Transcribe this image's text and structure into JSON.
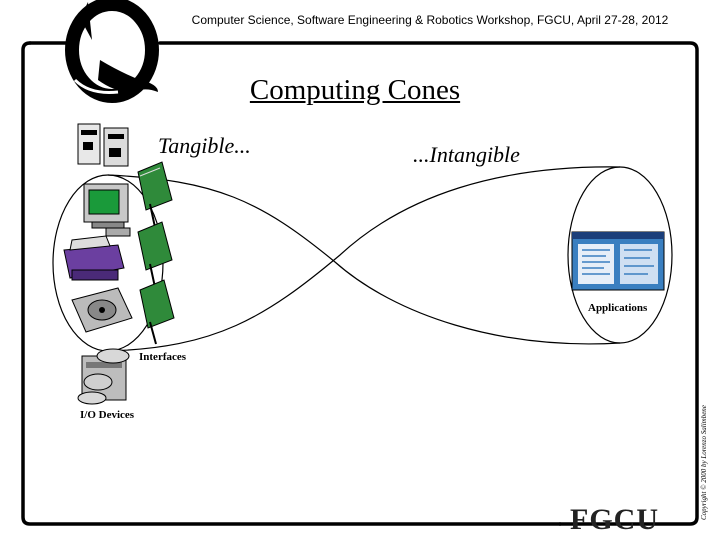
{
  "header": {
    "text": "Computer Science, Software Engineering & Robotics Workshop, FGCU, April 27-28, 2012"
  },
  "slide": {
    "title": "Computing Cones",
    "left_caption": "Tangible...",
    "right_caption": "...Intangible",
    "labels": {
      "applications": "Applications",
      "interfaces": "Interfaces",
      "io_devices": "I/O Devices"
    },
    "footer_logo": "FGCU",
    "copyright": "Copyright © 2000 by Lorenzo Salimbene"
  },
  "icons": [
    "q-eagle-logo-icon",
    "computer-tower-icon",
    "monitor-icon",
    "printer-icon",
    "hard-drive-icon",
    "interface-card-icon",
    "cd-rom-drive-icon",
    "application-window-icon"
  ],
  "colors": {
    "frame": "#000000",
    "screen": "#1a9a3a",
    "printer": "#6b3fa0",
    "card": "#2f8a3a",
    "app_window": "#3a7fc0"
  }
}
